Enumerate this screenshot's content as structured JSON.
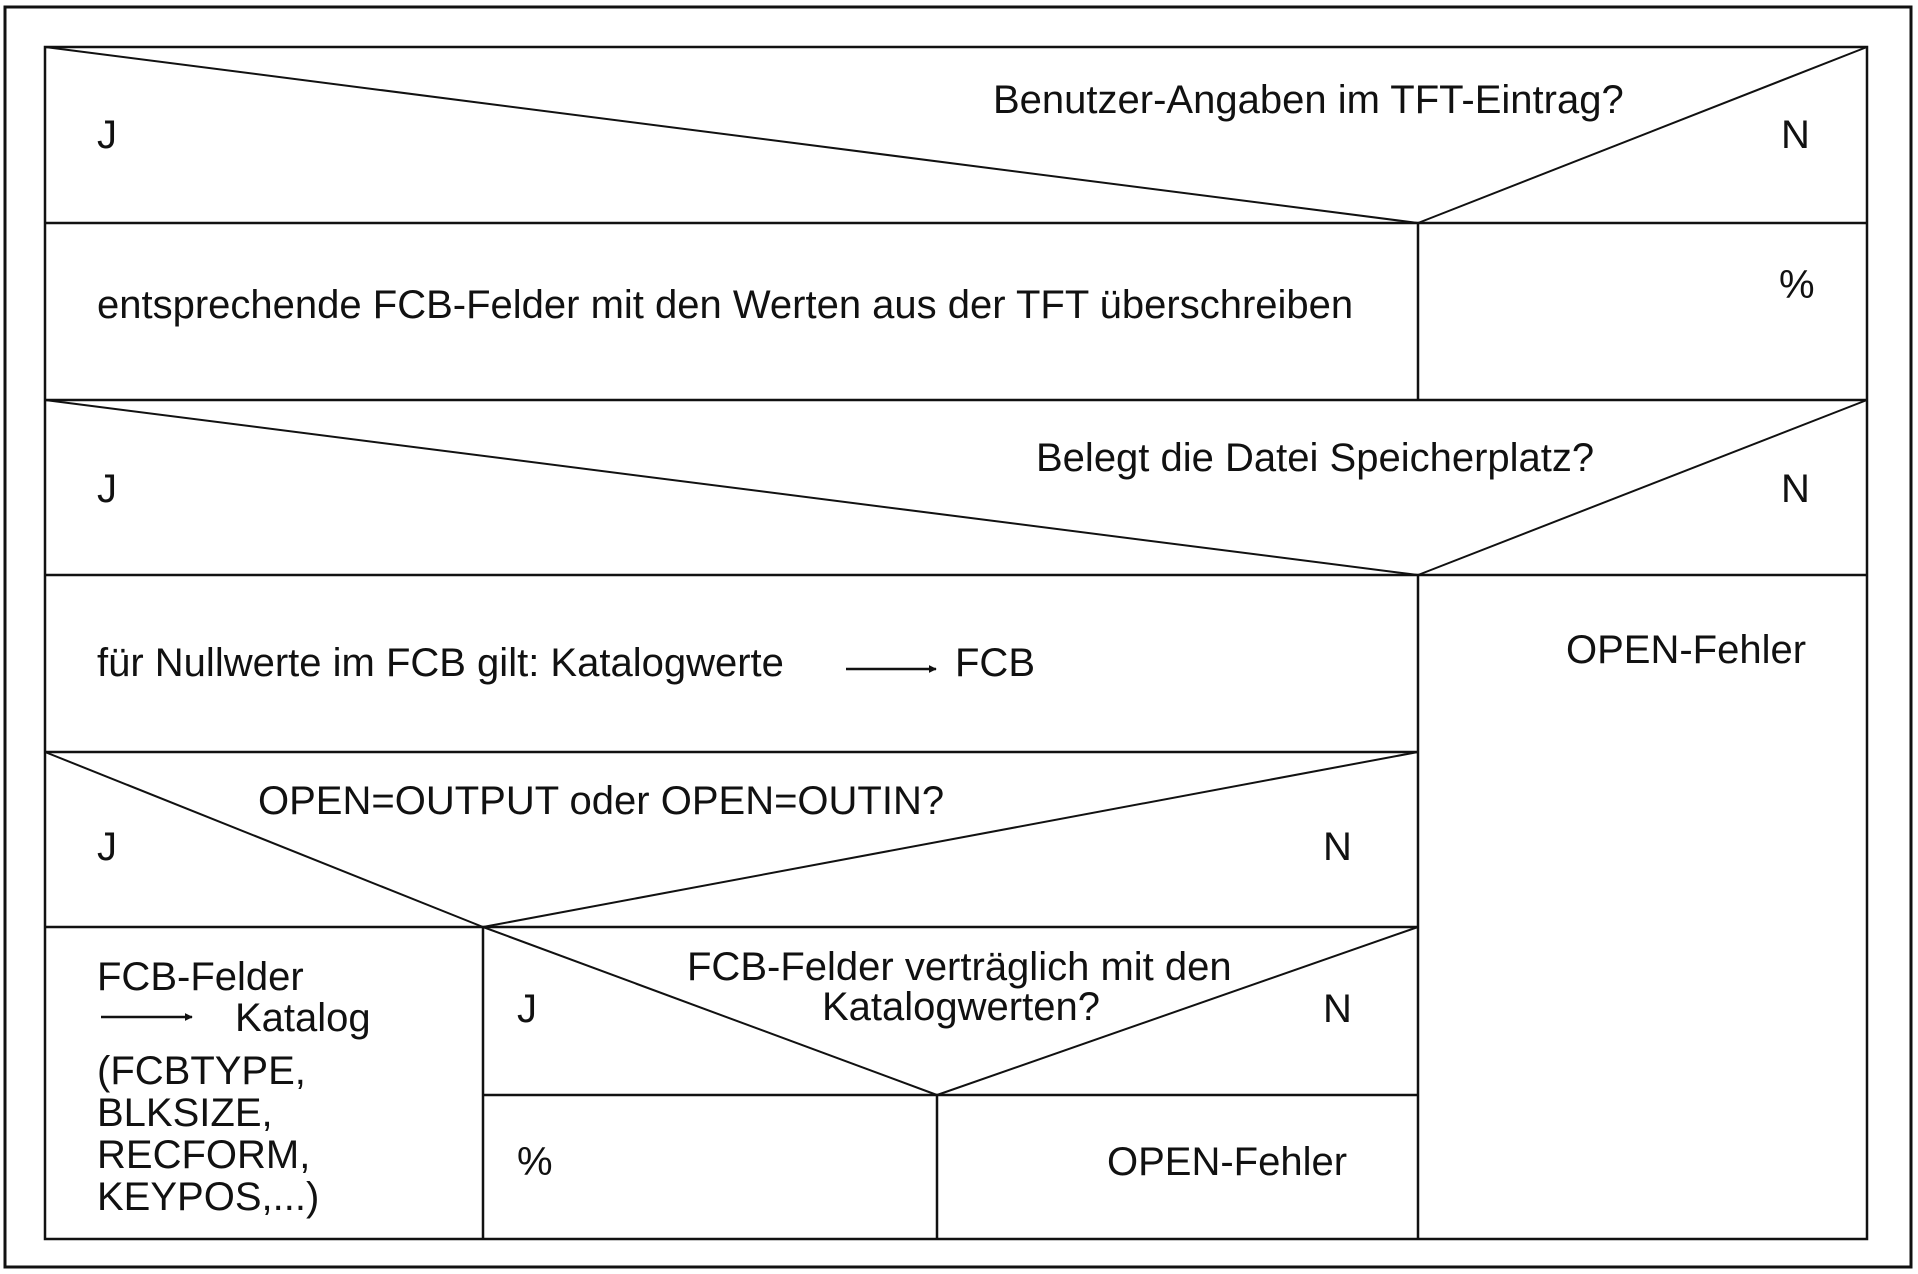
{
  "decisions": {
    "d1": {
      "question": "Benutzer-Angaben im TFT-Eintrag?",
      "yes": "J",
      "no": "N"
    },
    "d2": {
      "question": "Belegt die Datei Speicherplatz?",
      "yes": "J",
      "no": "N"
    },
    "d3": {
      "question": "OPEN=OUTPUT oder OPEN=OUTIN?",
      "yes": "J",
      "no": "N"
    },
    "d4": {
      "question_line1": "FCB-Felder verträglich mit den",
      "question_line2": "Katalogwerten?",
      "yes": "J",
      "no": "N"
    }
  },
  "actions": {
    "overwrite": "entsprechende FCB-Felder mit den Werten aus der TFT überschreiben",
    "empty1": "%",
    "nullvalues_pre": "für Nullwerte im FCB gilt: Katalogwerte",
    "nullvalues_post": "FCB",
    "open_error_outer": "OPEN-Fehler",
    "catalog_line1": "FCB-Felder",
    "catalog_line2": "Katalog",
    "catalog_line3": "(FCBTYPE,",
    "catalog_line4": "BLKSIZE,",
    "catalog_line5": "RECFORM,",
    "catalog_line6": "KEYPOS,...)",
    "empty2": "%",
    "open_error_inner": "OPEN-Fehler"
  },
  "colors": {
    "line": "#111111",
    "text": "#111111",
    "background": "#ffffff"
  }
}
